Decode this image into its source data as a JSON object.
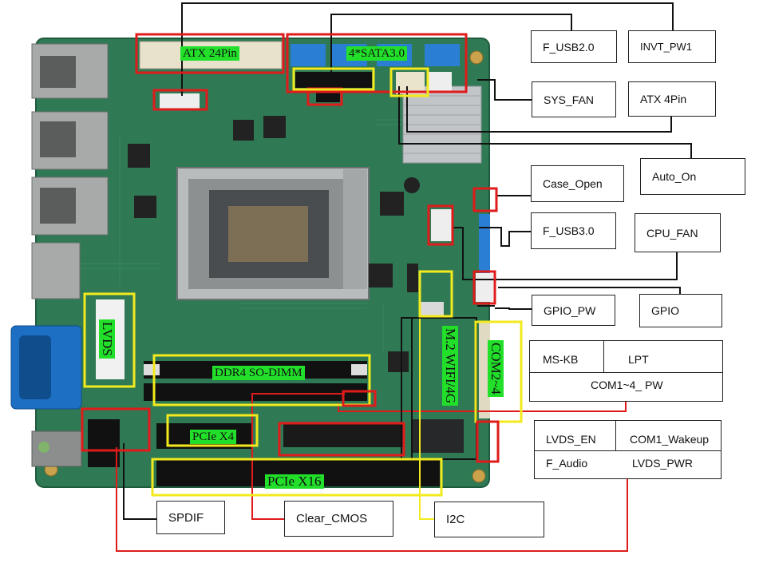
{
  "board_labels": {
    "atx24": "ATX 24Pin",
    "sata": "4*SATA3.0",
    "lvds": "LVDS",
    "ddr4": "DDR4 SO-DIMM",
    "pcie4": "PCIe X4",
    "pcie16": "PCIe X16",
    "m2": "M.2 WIFI/4G",
    "com24": "COM2~4"
  },
  "callouts": {
    "f_usb20": "F_USB2.0",
    "invt_pw1": "INVT_PW1",
    "sys_fan": "SYS_FAN",
    "atx4pin": "ATX 4Pin",
    "auto_on": "Auto_On",
    "case_open": "Case_Open",
    "f_usb30": "F_USB3.0",
    "cpu_fan": "CPU_FAN",
    "gpio_pw": "GPIO_PW",
    "gpio": "GPIO",
    "ms_kb": "MS-KB",
    "lpt": "LPT",
    "com_pw": "COM1~4_ PW",
    "lvds_en": "LVDS_EN",
    "com1_wakeup": "COM1_Wakeup",
    "f_audio": "F_Audio",
    "lvds_pwr": "LVDS_PWR",
    "spdif": "SPDIF",
    "clear_cmos": "Clear_CMOS",
    "i2c": "I2C"
  },
  "colors": {
    "pcb": "#2f7a55",
    "highlight_red": "#e01b1b",
    "highlight_yellow": "#f2ea1d",
    "tag_green": "#22e02a",
    "sata_blue": "#2a7fd4",
    "vga_blue": "#1d6fc4"
  }
}
